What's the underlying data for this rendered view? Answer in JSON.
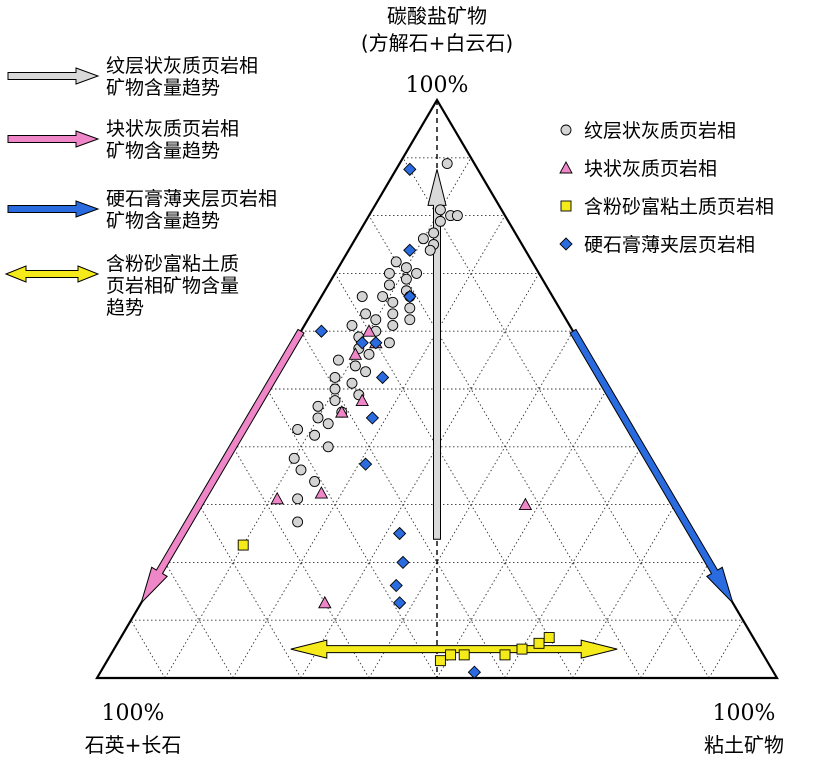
{
  "chart_data": {
    "type": "scatter",
    "subtype": "ternary",
    "vertices": {
      "top": {
        "label_line1": "碳酸盐矿物",
        "label_line2": "(方解石+白云石)",
        "percent": "100%"
      },
      "left": {
        "label": "石英+长石",
        "percent": "100%"
      },
      "right": {
        "label": "粘土矿物",
        "percent": "100%"
      }
    },
    "grid": "dotted, 10% intervals",
    "center_line": "dashed vertical",
    "legend": {
      "placement": "top-right",
      "items": [
        {
          "name": "纹层状灰质页岩相",
          "marker": "circle",
          "color": "#d4d4d4"
        },
        {
          "name": "块状灰质页岩相",
          "marker": "triangle",
          "color": "#ef86c8"
        },
        {
          "name": "含粉砂富粘土质页岩相",
          "marker": "square",
          "color": "#f5ea1a"
        },
        {
          "name": "硬石膏薄夹层页岩相",
          "marker": "diamond",
          "color": "#2a6ce0"
        }
      ]
    },
    "trend_legend": {
      "placement": "top-left",
      "items": [
        {
          "lines": [
            "纹层状灰质页岩相",
            "矿物含量趋势"
          ],
          "color": "#d9d9d9",
          "style": "single"
        },
        {
          "lines": [
            "块状灰质页岩相",
            "矿物含量趋势"
          ],
          "color": "#ef86c8",
          "style": "single"
        },
        {
          "lines": [
            "硬石膏薄夹层页岩相",
            "矿物含量趋势"
          ],
          "color": "#2a6ce0",
          "style": "single"
        },
        {
          "lines": [
            "含粉砂富粘土质",
            "页岩相矿物含量",
            "趋势"
          ],
          "color": "#f5ea1a",
          "style": "double"
        }
      ]
    },
    "trend_arrows": [
      {
        "series": "纹层状灰质页岩相",
        "color": "#d9d9d9",
        "from": {
          "carbonate": 24,
          "clay": 38
        },
        "to": {
          "carbonate": 88,
          "clay": 6
        },
        "style": "single"
      },
      {
        "series": "块状灰质页岩相",
        "color": "#ef86c8",
        "from": {
          "carbonate": 60,
          "clay": 0
        },
        "to": {
          "carbonate": 13,
          "clay": 0
        },
        "style": "single"
      },
      {
        "series": "硬石膏薄夹层页岩相",
        "color": "#2a6ce0",
        "from": {
          "carbonate": 60,
          "clay": 40
        },
        "to": {
          "carbonate": 13,
          "clay": 87
        },
        "style": "single"
      },
      {
        "series": "含粉砂富粘土质页岩相",
        "color": "#f5ea1a",
        "from": {
          "carbonate": 5,
          "clay": 26
        },
        "to": {
          "carbonate": 5,
          "clay": 74
        },
        "style": "double"
      }
    ],
    "series": [
      {
        "name": "纹层状灰质页岩相",
        "marker": "circle",
        "points": [
          {
            "carbonate": 89,
            "clay": 7
          },
          {
            "carbonate": 81,
            "clay": 10
          },
          {
            "carbonate": 80,
            "clay": 12
          },
          {
            "carbonate": 80,
            "clay": 13
          },
          {
            "carbonate": 79,
            "clay": 11
          },
          {
            "carbonate": 77,
            "clay": 11
          },
          {
            "carbonate": 76,
            "clay": 10
          },
          {
            "carbonate": 75,
            "clay": 12
          },
          {
            "carbonate": 74,
            "clay": 12
          },
          {
            "carbonate": 72,
            "clay": 8
          },
          {
            "carbonate": 70,
            "clay": 8
          },
          {
            "carbonate": 71,
            "clay": 10
          },
          {
            "carbonate": 70,
            "clay": 12
          },
          {
            "carbonate": 69,
            "clay": 11
          },
          {
            "carbonate": 68,
            "clay": 9
          },
          {
            "carbonate": 67,
            "clay": 12
          },
          {
            "carbonate": 66,
            "clay": 6
          },
          {
            "carbonate": 66,
            "clay": 9
          },
          {
            "carbonate": 66,
            "clay": 13
          },
          {
            "carbonate": 65,
            "clay": 11
          },
          {
            "carbonate": 64,
            "clay": 14
          },
          {
            "carbonate": 63,
            "clay": 8
          },
          {
            "carbonate": 63,
            "clay": 12
          },
          {
            "carbonate": 62,
            "clay": 10
          },
          {
            "carbonate": 62,
            "clay": 15
          },
          {
            "carbonate": 61,
            "clay": 7
          },
          {
            "carbonate": 61,
            "clay": 13
          },
          {
            "carbonate": 60,
            "clay": 11
          },
          {
            "carbonate": 59,
            "clay": 9
          },
          {
            "carbonate": 58,
            "clay": 14
          },
          {
            "carbonate": 57,
            "clay": 10
          },
          {
            "carbonate": 56,
            "clay": 12
          },
          {
            "carbonate": 55,
            "clay": 8
          },
          {
            "carbonate": 54,
            "clay": 11
          },
          {
            "carbonate": 53,
            "clay": 13
          },
          {
            "carbonate": 52,
            "clay": 9
          },
          {
            "carbonate": 51,
            "clay": 12
          },
          {
            "carbonate": 50,
            "clay": 10
          },
          {
            "carbonate": 49,
            "clay": 14
          },
          {
            "carbonate": 48,
            "clay": 11
          },
          {
            "carbonate": 47,
            "clay": 9
          },
          {
            "carbonate": 46,
            "clay": 13
          },
          {
            "carbonate": 45,
            "clay": 10
          },
          {
            "carbonate": 44,
            "clay": 12
          },
          {
            "carbonate": 43,
            "clay": 8
          },
          {
            "carbonate": 42,
            "clay": 11
          },
          {
            "carbonate": 40,
            "clay": 14
          },
          {
            "carbonate": 38,
            "clay": 10
          },
          {
            "carbonate": 36,
            "clay": 12
          },
          {
            "carbonate": 34,
            "clay": 15
          },
          {
            "carbonate": 31,
            "clay": 14
          },
          {
            "carbonate": 27,
            "clay": 16
          }
        ]
      },
      {
        "name": "块状灰质页岩相",
        "marker": "triangle",
        "points": [
          {
            "carbonate": 60,
            "clay": 10
          },
          {
            "carbonate": 58,
            "clay": 12
          },
          {
            "carbonate": 56,
            "clay": 10
          },
          {
            "carbonate": 48,
            "clay": 15
          },
          {
            "carbonate": 46,
            "clay": 13
          },
          {
            "carbonate": 32,
            "clay": 17
          },
          {
            "carbonate": 31,
            "clay": 11
          },
          {
            "carbonate": 13,
            "clay": 27
          },
          {
            "carbonate": 30,
            "clay": 48
          }
        ]
      },
      {
        "name": "含粉砂富粘土质页岩相",
        "marker": "square",
        "points": [
          {
            "carbonate": 23,
            "clay": 10
          },
          {
            "carbonate": 7,
            "clay": 63
          },
          {
            "carbonate": 5,
            "clay": 60
          },
          {
            "carbonate": 6,
            "clay": 62
          },
          {
            "carbonate": 4,
            "clay": 52
          },
          {
            "carbonate": 4,
            "clay": 58
          },
          {
            "carbonate": 3,
            "clay": 49
          },
          {
            "carbonate": 4,
            "clay": 50
          }
        ]
      },
      {
        "name": "硬石膏薄夹层页岩相",
        "marker": "diamond",
        "points": [
          {
            "carbonate": 88,
            "clay": 2
          },
          {
            "carbonate": 74,
            "clay": 9
          },
          {
            "carbonate": 66,
            "clay": 13
          },
          {
            "carbonate": 58,
            "clay": 12
          },
          {
            "carbonate": 60,
            "clay": 3
          },
          {
            "carbonate": 58,
            "clay": 10
          },
          {
            "carbonate": 52,
            "clay": 16
          },
          {
            "carbonate": 45,
            "clay": 18
          },
          {
            "carbonate": 37,
            "clay": 21
          },
          {
            "carbonate": 25,
            "clay": 32
          },
          {
            "carbonate": 20,
            "clay": 35
          },
          {
            "carbonate": 16,
            "clay": 36
          },
          {
            "carbonate": 13,
            "clay": 38
          },
          {
            "carbonate": 1,
            "clay": 55
          }
        ]
      }
    ]
  }
}
